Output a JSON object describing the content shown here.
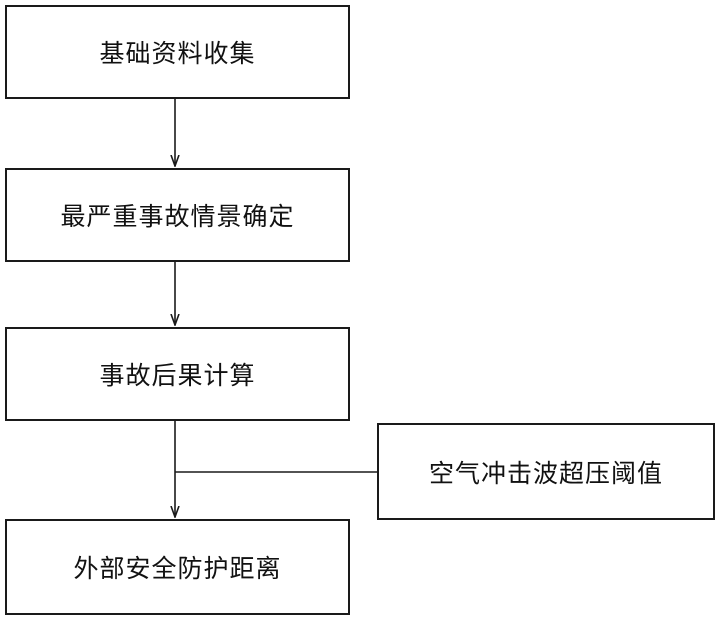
{
  "flowchart": {
    "steps": [
      {
        "label": "基础资料收集"
      },
      {
        "label": "最严重事故情景确定"
      },
      {
        "label": "事故后果计算"
      },
      {
        "label": "外部安全防护距离"
      }
    ],
    "side_input": {
      "label": "空气冲击波超压阈值"
    },
    "colors": {
      "line": "#1a1a1a",
      "text": "#111111",
      "background": "#ffffff"
    }
  }
}
